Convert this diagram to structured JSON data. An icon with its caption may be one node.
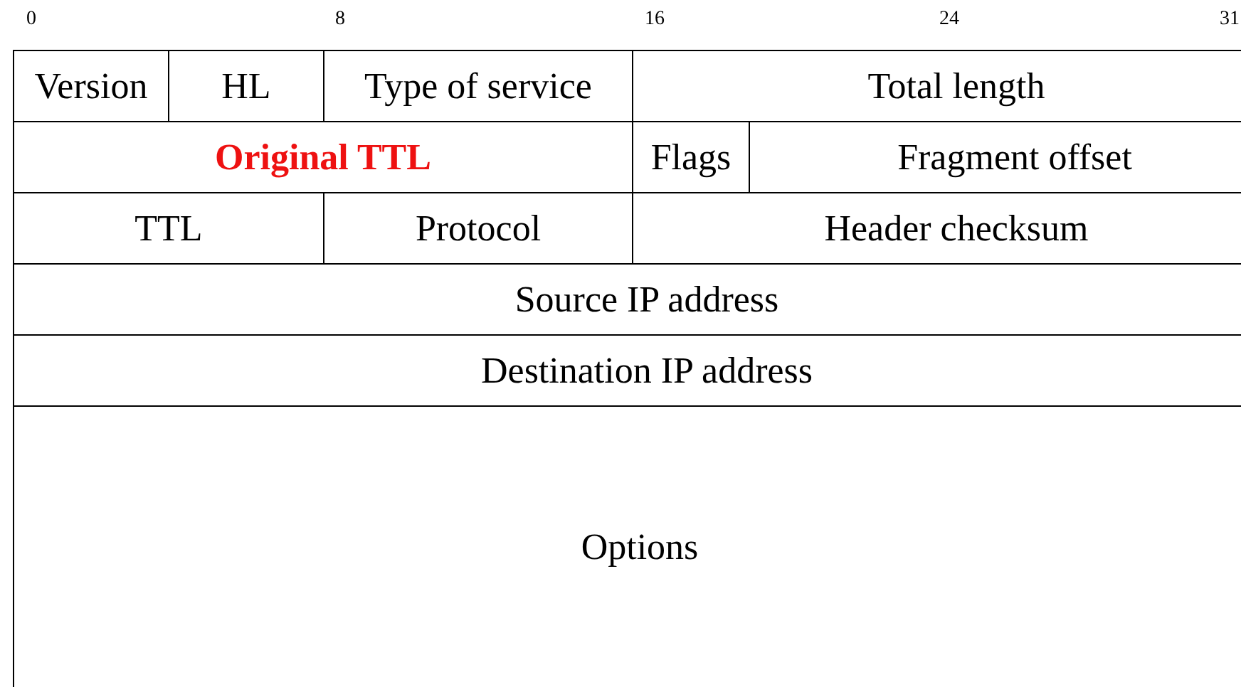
{
  "diagram": {
    "labels": [
      "0",
      "8",
      "16",
      "24",
      "31",
      "Version",
      "HL",
      "Type of service",
      "Total length",
      "Original TTL",
      "Flags",
      "Fragment offset",
      "TTL",
      "Protocol",
      "Header checksum",
      "Source IP address",
      "Destination IP address",
      "Options"
    ]
  }
}
